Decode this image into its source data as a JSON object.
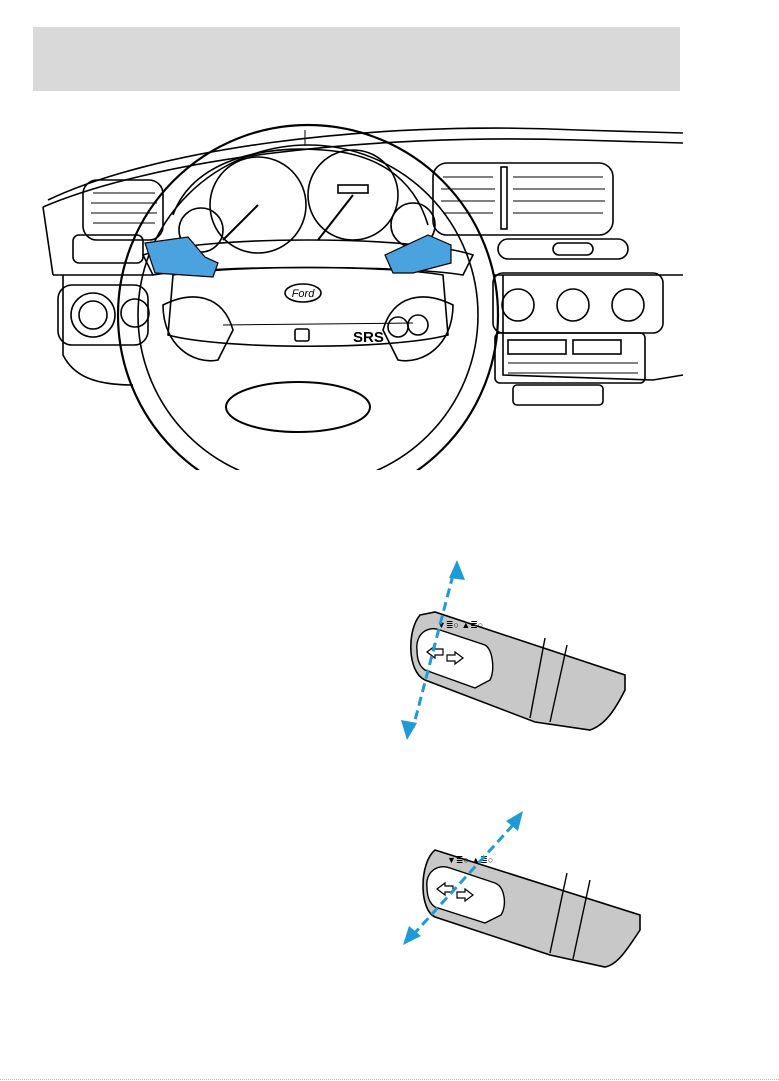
{
  "header": {
    "fill": "#d9d9d9"
  },
  "dashboard": {
    "badge_text": "SRS",
    "brand_text": "Ford",
    "highlight_color": "#4aa3df"
  },
  "stalk_illustrations": [
    {
      "name": "stalk-up-down",
      "arrow_color": "#1e9ad6",
      "body_color": "#c8c8c8"
    },
    {
      "name": "stalk-fore-aft",
      "arrow_color": "#1e9ad6",
      "body_color": "#c8c8c8"
    }
  ]
}
